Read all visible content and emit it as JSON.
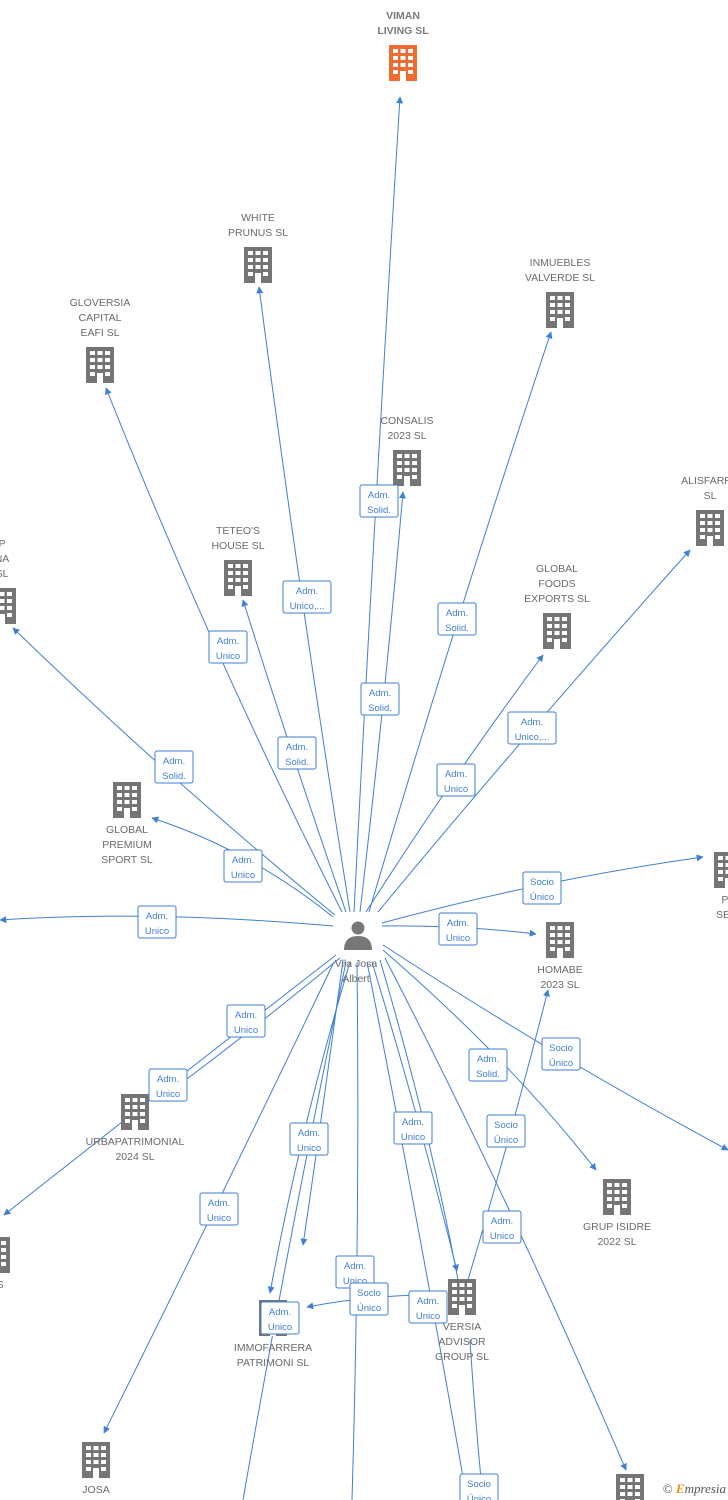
{
  "person": {
    "name_line1": "Vila Josa",
    "name_line2": "Albert"
  },
  "companies": [
    {
      "id": "viman",
      "lines": [
        "VIMAN",
        "LIVING  SL"
      ],
      "focus": true
    },
    {
      "id": "white",
      "lines": [
        "WHITE",
        "PRUNUS  SL"
      ]
    },
    {
      "id": "inmuebles",
      "lines": [
        "INMUEBLES",
        "VALVERDE  SL"
      ]
    },
    {
      "id": "gloversia",
      "lines": [
        "GLOVERSIA",
        "CAPITAL",
        "EAFI  SL"
      ]
    },
    {
      "id": "consalis",
      "lines": [
        "CONSALIS",
        "2023  SL"
      ]
    },
    {
      "id": "alisfarre",
      "lines": [
        "ALISFARRE",
        "SL"
      ]
    },
    {
      "id": "teteos",
      "lines": [
        "TETEO'S",
        "HOUSE  SL"
      ]
    },
    {
      "id": "globalfoods",
      "lines": [
        "GLOBAL",
        "FOODS",
        "EXPORTS SL"
      ]
    },
    {
      "id": "leftp",
      "lines": [
        "P",
        "NA",
        "SL"
      ]
    },
    {
      "id": "globalpremium",
      "lines": [
        "GLOBAL",
        "PREMIUM",
        "SPORT  SL"
      ]
    },
    {
      "id": "pseis",
      "lines": [
        "PA",
        "SEIS"
      ]
    },
    {
      "id": "homabe",
      "lines": [
        "HOMABE",
        "2023  SL"
      ]
    },
    {
      "id": "urbapat",
      "lines": [
        "URBAPATRIMONIAL",
        "2024  SL"
      ]
    },
    {
      "id": "grupisidre",
      "lines": [
        "GRUP ISIDRE",
        "2022  SL"
      ]
    },
    {
      "id": "leftos",
      "lines": [
        "OS",
        "L"
      ]
    },
    {
      "id": "immofarrera",
      "lines": [
        "IMMOFARRERA",
        "PATRIMONI  SL"
      ]
    },
    {
      "id": "versia",
      "lines": [
        "VERSIA",
        "ADVISOR",
        "GROUP  SL"
      ]
    },
    {
      "id": "josa",
      "lines": [
        "JOSA"
      ]
    },
    {
      "id": "bottomright",
      "lines": []
    }
  ],
  "roles": [
    {
      "id": "r-consalis",
      "lines": [
        "Adm.",
        "Solid."
      ]
    },
    {
      "id": "r-white",
      "lines": [
        "Adm.",
        "Unico,..."
      ]
    },
    {
      "id": "r-inmuebles",
      "lines": [
        "Adm.",
        "Solid."
      ]
    },
    {
      "id": "r-gloversia",
      "lines": [
        "Adm.",
        "Unico"
      ]
    },
    {
      "id": "r-viman",
      "lines": [
        "Adm.",
        "Solid."
      ]
    },
    {
      "id": "r-alisfarre",
      "lines": [
        "Adm.",
        "Unico,..."
      ]
    },
    {
      "id": "r-teteos",
      "lines": [
        "Adm.",
        "Solid."
      ]
    },
    {
      "id": "r-leftp",
      "lines": [
        "Adm.",
        "Solid."
      ]
    },
    {
      "id": "r-globalfoods",
      "lines": [
        "Adm.",
        "Unico"
      ]
    },
    {
      "id": "r-globalpremium",
      "lines": [
        "Adm.",
        "Unico"
      ]
    },
    {
      "id": "r-pseis",
      "lines": [
        "Socio",
        "Único"
      ]
    },
    {
      "id": "r-left",
      "lines": [
        "Adm.",
        "Unico"
      ]
    },
    {
      "id": "r-homabe",
      "lines": [
        "Adm.",
        "Unico"
      ]
    },
    {
      "id": "r-urbapat",
      "lines": [
        "Adm.",
        "Unico"
      ]
    },
    {
      "id": "r-leftos",
      "lines": [
        "Adm.",
        "Unico"
      ]
    },
    {
      "id": "r-grupisidre",
      "lines": [
        "Adm.",
        "Solid."
      ]
    },
    {
      "id": "r-rightedge",
      "lines": [
        "Socio",
        "Único"
      ]
    },
    {
      "id": "r-immo1",
      "lines": [
        "Adm.",
        "Unico"
      ]
    },
    {
      "id": "r-versia1",
      "lines": [
        "Adm.",
        "Unico"
      ]
    },
    {
      "id": "r-homabe2",
      "lines": [
        "Socio",
        "Único"
      ]
    },
    {
      "id": "r-josa",
      "lines": [
        "Adm.",
        "Unico"
      ]
    },
    {
      "id": "r-bottomright",
      "lines": [
        "Adm.",
        "Unico"
      ]
    },
    {
      "id": "r-immo2",
      "lines": [
        "Adm.",
        "Unico"
      ]
    },
    {
      "id": "r-immo3",
      "lines": [
        "Adm.",
        "Unico"
      ]
    },
    {
      "id": "r-versia-socio",
      "lines": [
        "Socio",
        "Único"
      ]
    },
    {
      "id": "r-versia2",
      "lines": [
        "Adm.",
        "Unico"
      ]
    },
    {
      "id": "r-bottom",
      "lines": [
        "Socio",
        "Único"
      ]
    }
  ],
  "colors": {
    "edge": "#3f7fd4",
    "building": "#757575",
    "focus_building": "#f26a2e"
  },
  "footer": {
    "copyright": "©",
    "brand_initial": "E",
    "brand_rest": "mpresia"
  }
}
